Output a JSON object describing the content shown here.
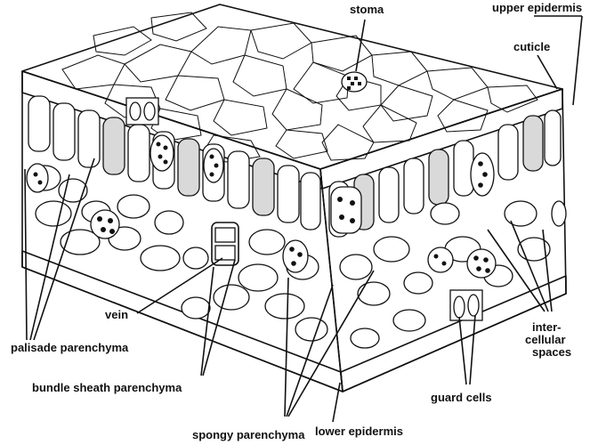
{
  "diagram": {
    "labels": {
      "stoma": "stoma",
      "upper_epidermis": "upper epidermis",
      "cuticle": "cuticle",
      "vein": "vein",
      "palisade_parenchyma": "palisade parenchyma",
      "bundle_sheath_parenchyma": "bundle sheath parenchyma",
      "spongy_parenchyma": "spongy parenchyma",
      "lower_epidermis": "lower epidermis",
      "guard_cells": "guard cells",
      "intercellular_line1": "inter-",
      "intercellular_line2": "cellular",
      "intercellular_line3": "spaces"
    },
    "colors": {
      "ink": "#111111",
      "surface_stipple": "#c8c8c8",
      "background": "#ffffff"
    }
  }
}
